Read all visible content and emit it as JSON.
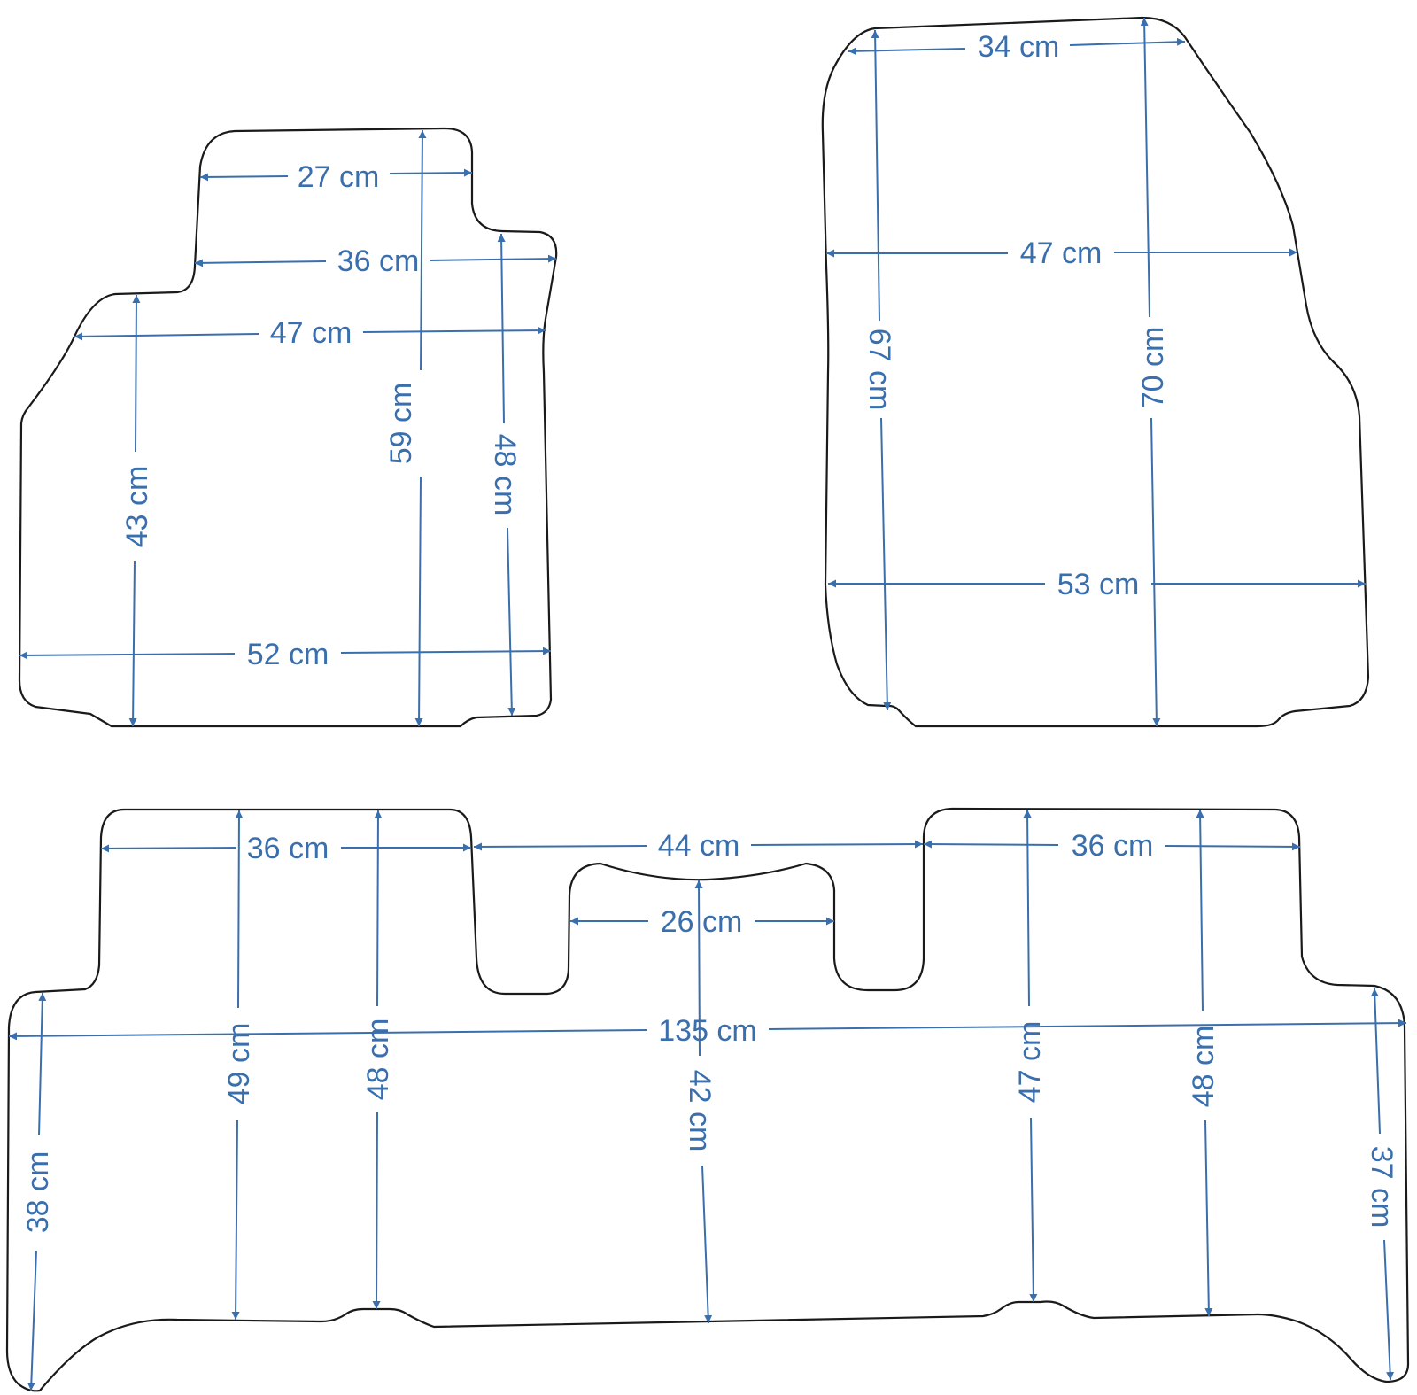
{
  "dimension_color": "#3a6fae",
  "outline_color": "#1a1a1a",
  "front_left_mat": {
    "top_width": "27 cm",
    "upper_width": "36 cm",
    "middle_width": "47 cm",
    "bottom_width": "52 cm",
    "left_height": "43 cm",
    "center_height": "59 cm",
    "right_height": "48 cm"
  },
  "front_right_mat": {
    "top_width": "34 cm",
    "middle_width": "47 cm",
    "bottom_width": "53 cm",
    "left_height": "67 cm",
    "right_height": "70 cm"
  },
  "rear_mat": {
    "left_section_width": "36 cm",
    "center_gap_width": "44 cm",
    "right_section_width": "36 cm",
    "tunnel_width": "26 cm",
    "overall_width": "135 cm",
    "far_left_height": "38 cm",
    "left_height_1": "49 cm",
    "left_height_2": "48 cm",
    "center_height": "42 cm",
    "right_height_1": "47 cm",
    "right_height_2": "48 cm",
    "far_right_height": "37 cm"
  }
}
